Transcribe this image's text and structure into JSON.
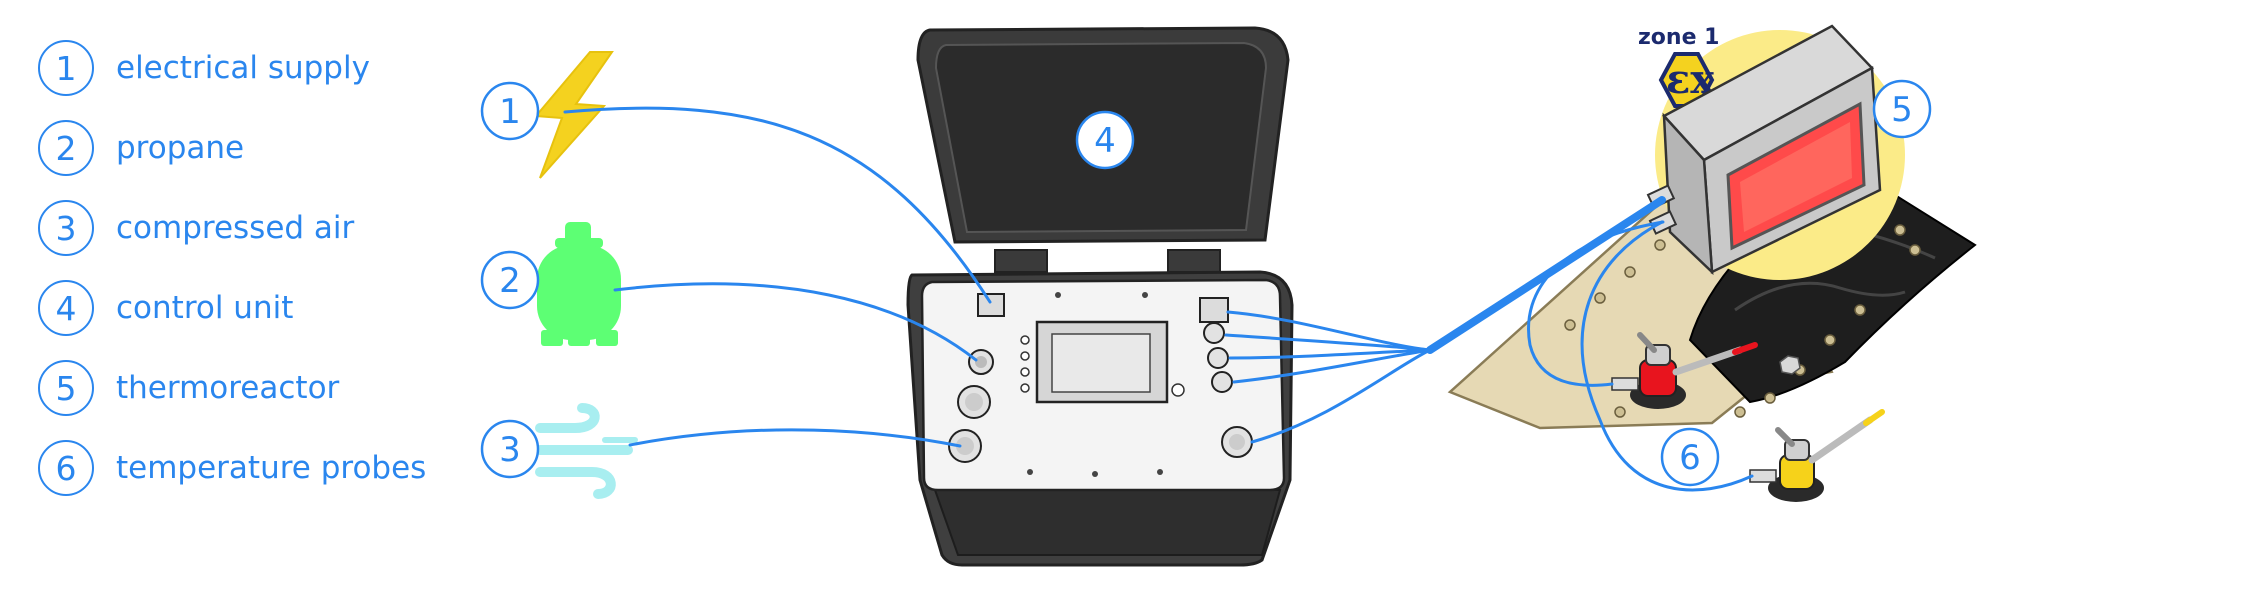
{
  "legend": {
    "items": [
      {
        "num": "1",
        "label": "electrical supply"
      },
      {
        "num": "2",
        "label": "propane"
      },
      {
        "num": "3",
        "label": "compressed air"
      },
      {
        "num": "4",
        "label": "control unit"
      },
      {
        "num": "5",
        "label": "thermoreactor"
      },
      {
        "num": "6",
        "label": "temperature probes"
      }
    ]
  },
  "callouts": {
    "c1": "1",
    "c2": "2",
    "c3": "3",
    "c4": "4",
    "c5": "5",
    "c6": "6"
  },
  "zone": {
    "label": "zone 1",
    "ex_mark": "εx"
  },
  "colors": {
    "accent": "#2a86ee",
    "cable": "#2a86ee",
    "lightning": "#f4d21f",
    "propane": "#5dff74",
    "air": "#a8eef0",
    "zone_highlight": "#fbeb88",
    "heater": "#ff4a4a",
    "probe_red": "#e8141e",
    "probe_yellow": "#f6d21a"
  }
}
